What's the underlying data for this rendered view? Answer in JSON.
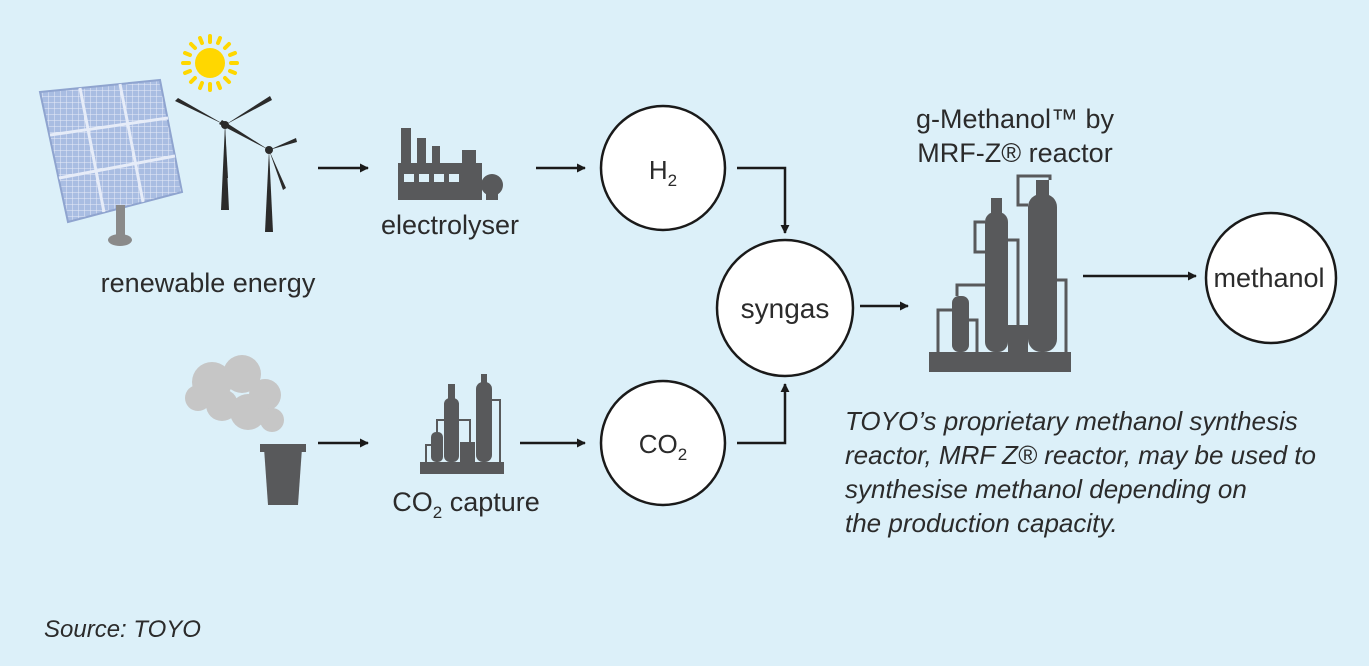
{
  "labels": {
    "renewable": "renewable energy",
    "electrolyser": "electrolyser",
    "co2_capture_prefix": "CO",
    "co2_capture_sub": "2",
    "co2_capture_suffix": "capture",
    "reactor_line1": "g-Methanol™ by",
    "reactor_line2": "MRF-Z® reactor"
  },
  "nodes": {
    "h2_main": "H",
    "h2_sub": "2",
    "co2_main": "CO",
    "co2_sub": "2",
    "syngas": "syngas",
    "methanol": "methanol"
  },
  "note": {
    "line1": "TOYO’s proprietary methanol synthesis",
    "line2": "reactor, MRF Z® reactor, may be used to",
    "line3": "synthesise methanol depending on",
    "line4": "the production capacity."
  },
  "source": "Source: TOYO",
  "colors": {
    "background": "#dcf0f9",
    "icon_dark": "#58595b",
    "sun": "#ffd700",
    "solar_panel": "#9db1d8",
    "smoke": "#c6c6c6"
  }
}
